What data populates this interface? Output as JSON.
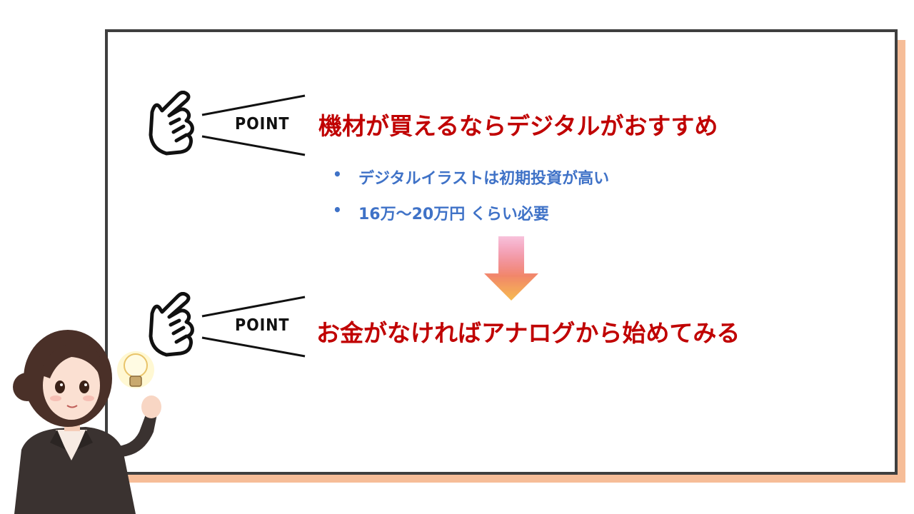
{
  "points": [
    {
      "badge": "POINT",
      "heading": "機材が買えるならデジタルがおすすめ"
    },
    {
      "badge": "POINT",
      "heading": "お金がなければアナログから始めてみる"
    }
  ],
  "bullets": [
    {
      "marker": "•",
      "text": "デジタルイラストは初期投資が高い"
    },
    {
      "marker": "•",
      "text": "16万〜20万円 くらい必要"
    }
  ],
  "colors": {
    "heading": "#c00000",
    "bullet": "#3f72c7",
    "frame_border": "#3f3f3f",
    "frame_shadow": "#f6bd98",
    "arrow_top": "#e83e8c",
    "arrow_bottom": "#f6b73c"
  },
  "icons": [
    "pointing-hand-icon",
    "down-arrow-icon",
    "lightbulb-icon"
  ]
}
